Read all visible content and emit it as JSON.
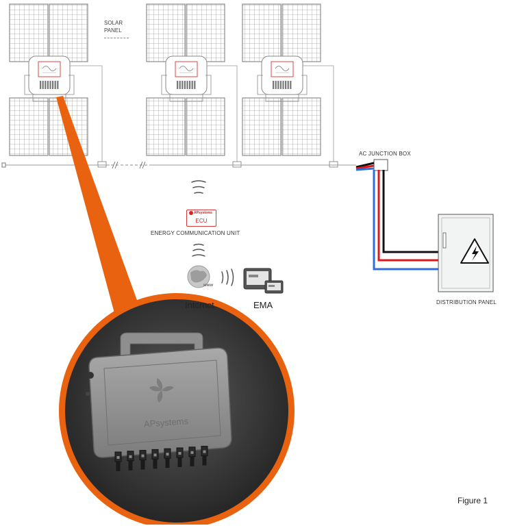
{
  "labels": {
    "solar_panel": [
      "SOLAR",
      "PANEL"
    ],
    "ac_junction_box": "AC JUNCTION BOX",
    "distribution_panel": "DISTRIBUTION PANEL",
    "energy_communication_unit": "ENERGY COMMUNICATION UNIT",
    "internet": "Intcrnct",
    "ema": "EMA",
    "figure": "Figure 1",
    "ecu_brand": "APsystems",
    "ecu_text": "ECU",
    "internet_globe_text": "www",
    "device_brand": "APsystems"
  },
  "colors": {
    "wire_black": "#111111",
    "wire_red": "#d9191c",
    "wire_blue": "#2f6fd6",
    "callout_orange": "#e8620f",
    "panel_grid": "#9a9a9a",
    "device_gray": "#8e8e8e",
    "ecu_red": "#cc2222"
  },
  "icons": [
    "solar-panel-icon",
    "microinverter-icon",
    "wifi-signal-icon",
    "globe-icon",
    "monitor-icon",
    "high-voltage-icon"
  ]
}
